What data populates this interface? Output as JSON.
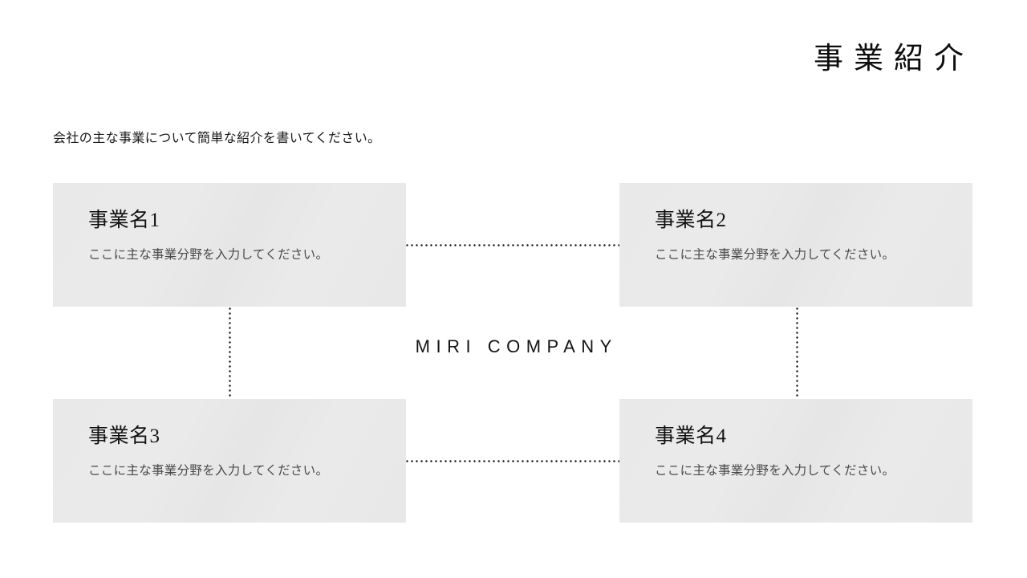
{
  "slide": {
    "title": "事業紹介",
    "subtitle": "会社の主な事業について簡単な紹介を書いてください。",
    "center_wordmark": "MIRI COMPANY",
    "background_color": "#ffffff",
    "card_color": "#e8e8e8",
    "text_color": "#111111",
    "muted_text_color": "#4a4a4a",
    "connector_color": "#2b2b2b"
  },
  "cards": [
    {
      "title": "事業名1",
      "description": "ここに主な事業分野を入力してください。",
      "position": "top-left"
    },
    {
      "title": "事業名2",
      "description": "ここに主な事業分野を入力してください。",
      "position": "top-right"
    },
    {
      "title": "事業名3",
      "description": "ここに主な事業分野を入力してください。",
      "position": "bottom-left"
    },
    {
      "title": "事業名4",
      "description": "ここに主な事業分野を入力してください。",
      "position": "bottom-right"
    }
  ],
  "connectors": [
    {
      "name": "top-horizontal-connector",
      "style": "dotted",
      "orientation": "horizontal"
    },
    {
      "name": "bottom-horizontal-connector",
      "style": "dotted",
      "orientation": "horizontal"
    },
    {
      "name": "left-vertical-connector",
      "style": "dotted",
      "orientation": "vertical"
    },
    {
      "name": "right-vertical-connector",
      "style": "dotted",
      "orientation": "vertical"
    }
  ]
}
